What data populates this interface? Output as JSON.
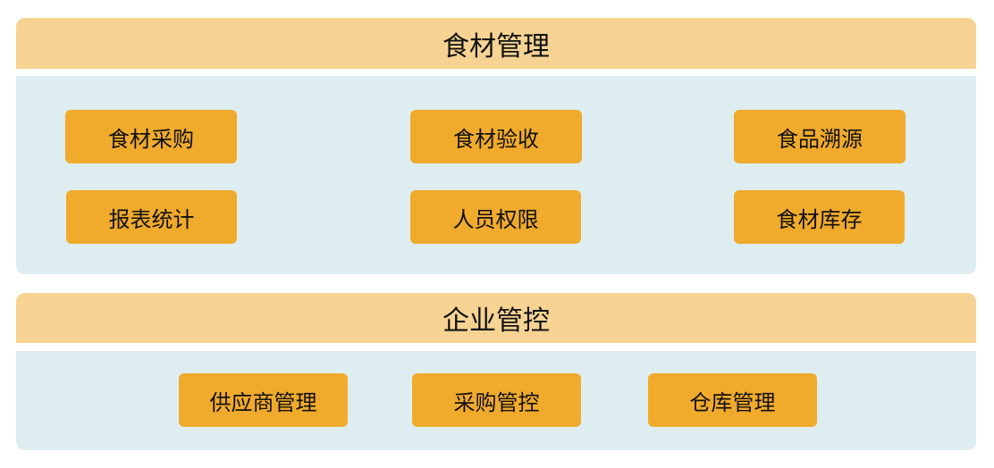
{
  "sections": [
    {
      "title": "食材管理",
      "items": [
        "食材采购",
        "食材验收",
        "食品溯源",
        "报表统计",
        "人员权限",
        "食材库存"
      ]
    },
    {
      "title": "企业管控",
      "items": [
        "供应商管理",
        "采购管控",
        "仓库管理"
      ]
    }
  ],
  "colors": {
    "header": "#f6d392",
    "panel": "#deedf0",
    "button": "#f0aa2c"
  }
}
